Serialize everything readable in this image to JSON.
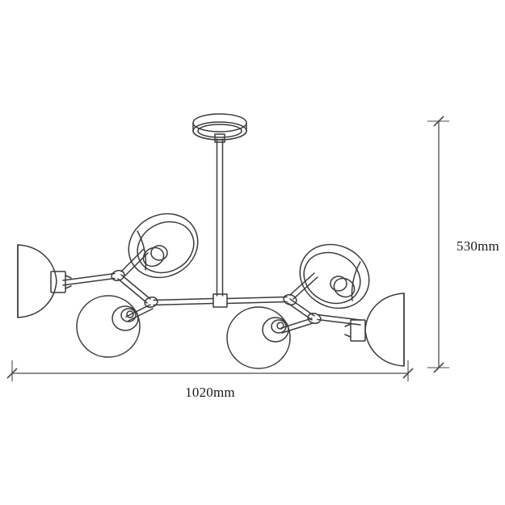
{
  "drawing": {
    "title": "Chandelier technical dimension drawing",
    "background_color": "#ffffff",
    "line_color": "#3a3a3a",
    "dimension_line_color": "#4a4a4a",
    "label_color": "#1a1a1a"
  },
  "dimensions": {
    "width": {
      "label": "1020mm",
      "orientation": "horizontal",
      "marker": "slash-tick"
    },
    "height": {
      "label": "530mm",
      "orientation": "vertical",
      "marker": "slash-tick"
    }
  },
  "fixture": {
    "name": "six-light-branching-chandelier",
    "parts": {
      "ceiling_canopy": "ceiling-canopy",
      "drop_rod": "drop-rod",
      "center_block": "center-junction-block",
      "arms": "branching-arms",
      "joints": "arm-joint-nodes",
      "shades": "lamp-shades",
      "sockets": "lamp-sockets"
    },
    "shade_count": 6,
    "shades": [
      {
        "id": "shade-far-left",
        "style": "bell-profile",
        "facing": "left"
      },
      {
        "id": "shade-upper-left",
        "style": "dome-three-quarter",
        "facing": "up-left"
      },
      {
        "id": "shade-lower-left",
        "style": "dome-face-on",
        "facing": "down-left"
      },
      {
        "id": "shade-lower-right",
        "style": "dome-face-on",
        "facing": "down-right"
      },
      {
        "id": "shade-upper-right",
        "style": "dome-three-quarter",
        "facing": "up-right"
      },
      {
        "id": "shade-far-right",
        "style": "bell-profile",
        "facing": "right"
      }
    ]
  }
}
